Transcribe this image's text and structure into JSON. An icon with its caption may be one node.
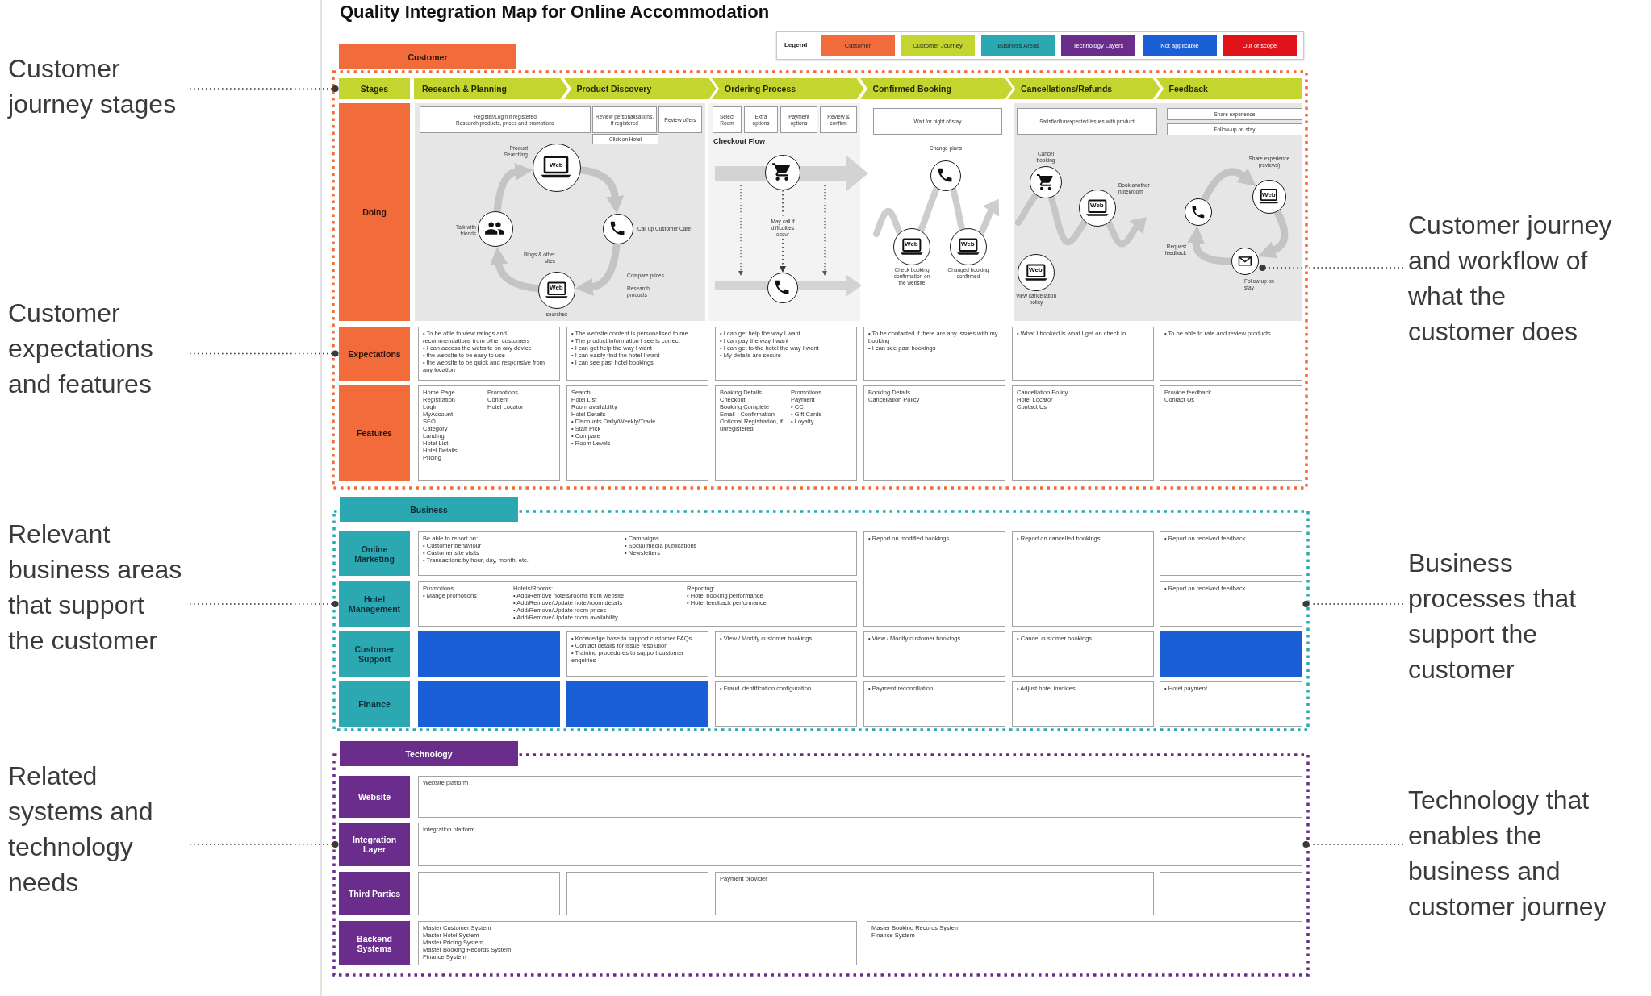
{
  "diagram": {
    "title": "Quality Integration Map for Online Accommodation",
    "nodes": [
      {
        "text": [
          "Customer"
        ]
      },
      {
        "text": [
          "Stages"
        ],
        "in": 0
      },
      {
        "text": [
          "Research & Planning"
        ],
        "in": 0
      },
      {
        "text": [
          "Product Discovery"
        ],
        "in": 0
      },
      {
        "text": [
          "Ordering Process"
        ],
        "in": 0
      },
      {
        "text": [
          "Confirmed Booking"
        ],
        "in": 0
      },
      {
        "text": [
          "Cancellations/Refunds"
        ],
        "in": 0
      },
      {
        "text": [
          "Feedback"
        ],
        "in": 0
      },
      {
        "text": [
          "Doing"
        ],
        "in": 0
      },
      {
        "text": [
          "Register/Login if registered",
          "Research products, prices and promotions"
        ],
        "in": 0
      },
      {
        "text": [
          "Review personalisations, if registered"
        ],
        "in": 0
      },
      {
        "text": [
          "Review offers"
        ],
        "in": 0
      },
      {
        "text": [
          "Click on Hotel"
        ],
        "in": 0
      },
      {
        "text": [
          "Web"
        ],
        "beside": [
          "Product Searching"
        ],
        "in": 0
      },
      {
        "text": [],
        "shape": "circle",
        "beside": [
          "Call up Customer Care"
        ],
        "in": 0
      },
      {
        "text": [],
        "shape": "circle",
        "beside": [
          "Talk with friends"
        ],
        "in": 0
      },
      {
        "text": [
          "Web"
        ],
        "beside": [
          "Blogs & other sites",
          "Compare prices",
          "Research products",
          "searches"
        ],
        "in": 0
      },
      {
        "text": [
          "Select Room"
        ],
        "in": 0
      },
      {
        "text": [
          "Extra options"
        ],
        "in": 0
      },
      {
        "text": [
          "Payment options"
        ],
        "in": 0
      },
      {
        "text": [
          "Review & confirm"
        ],
        "in": 0
      },
      {
        "text": [],
        "shape": "circle",
        "in": 0
      },
      {
        "text": [],
        "shape": "circle",
        "in": 0
      },
      {
        "text": [
          "Wait for night of stay"
        ],
        "in": 0
      },
      {
        "text": [],
        "shape": "circle",
        "beside": [
          "Change plans"
        ],
        "in": 0
      },
      {
        "text": [
          "Web"
        ],
        "beside": [
          "Check booking confirmation on the website"
        ],
        "in": 0
      },
      {
        "text": [
          "Web"
        ],
        "beside": [
          "Changed booking confirmed"
        ],
        "in": 0
      },
      {
        "text": [
          "Satisfied/unexpected issues with product"
        ],
        "in": 0
      },
      {
        "text": [],
        "shape": "circle",
        "beside": [
          "Cancel booking"
        ],
        "in": 0
      },
      {
        "text": [
          "Web"
        ],
        "beside": [
          "View cancellation policy"
        ],
        "in": 0
      },
      {
        "text": [
          "Web"
        ],
        "beside": [
          "Book another hotel/room"
        ],
        "in": 0
      },
      {
        "text": [
          "Share experience"
        ],
        "in": 0
      },
      {
        "text": [
          "Follow-up on stay"
        ],
        "in": 0
      },
      {
        "text": [],
        "shape": "circle",
        "beside": [
          "Request feedback"
        ],
        "in": 0
      },
      {
        "text": [
          "Web"
        ],
        "beside": [
          "Share experience (reviews)"
        ],
        "in": 0
      },
      {
        "text": [],
        "shape": "circle",
        "beside": [
          "Follow up on stay"
        ],
        "in": 0
      },
      {
        "text": [
          "Expectations"
        ],
        "in": 0
      },
      {
        "text": [
          "• To be able to view ratings and recommendations from other customers",
          "• I can access the website on any device",
          "• the website to be easy to use",
          "• the website to be quick and responsive from any location"
        ],
        "in": 0
      },
      {
        "text": [
          "• The website content is personalised to me",
          "• The product information I see is correct",
          "• I can get help the way I want",
          "• I can easily find the hotel I want",
          "• I can see past hotel bookings"
        ],
        "in": 0
      },
      {
        "text": [
          "• I can get help the way I want",
          "• I can pay the way I want",
          "• I can get to the hotel the way I want",
          "• My details are secure"
        ],
        "in": 0
      },
      {
        "text": [
          "• To be contacted if there are any issues with my booking",
          "• I can see past bookings"
        ],
        "in": 0
      },
      {
        "text": [
          "• What I booked is what I get on check in"
        ],
        "in": 0
      },
      {
        "text": [
          "• To be able to rate and review products"
        ],
        "in": 0
      },
      {
        "text": [
          "Features"
        ],
        "in": 0
      },
      {
        "text": [
          "Home Page",
          "Registration",
          "Login",
          "MyAccount",
          "SEO",
          "Category",
          "Landing",
          "Hotel List",
          "Hotel Details",
          "Pricing",
          "Promotions",
          "Content",
          "Hotel Locator"
        ],
        "in": 0
      },
      {
        "text": [
          "Search",
          "Hotel List",
          "Room availability",
          "Hotel Details",
          "• Discounts Daily/Weekly/Trade",
          "• Staff Pick",
          "• Compare",
          "• Room Levels"
        ],
        "in": 0
      },
      {
        "text": [
          "Booking Details",
          "Checkout",
          "Booking Complete",
          "Email - Confirmation",
          "Optional Registration, if unregistered",
          "Promotions",
          "Payment",
          "• CC",
          "• Gift Cards",
          "• Loyalty"
        ],
        "in": 0
      },
      {
        "text": [
          "Booking Details",
          "Cancellation Policy"
        ],
        "in": 0
      },
      {
        "text": [
          "Cancellation Policy",
          "Hotel Locator",
          "Contact Us"
        ],
        "in": 0
      },
      {
        "text": [
          "Provide feedback",
          "Contact Us"
        ],
        "in": 0
      },
      {
        "text": [
          "Business"
        ]
      },
      {
        "text": [
          "Online Marketing"
        ],
        "in": 50
      },
      {
        "text": [
          "Be able to report on:",
          "• Customer behaviour",
          "• Customer site visits",
          "• Transactions by hour, day, month, etc.",
          "• Campaigns",
          "• Social media publications",
          "• Newsletters"
        ],
        "in": 50
      },
      {
        "text": [
          "• Report on modified bookings"
        ],
        "in": 50
      },
      {
        "text": [
          "• Report on cancelled bookings"
        ],
        "in": 50
      },
      {
        "text": [
          "• Report on received feedback"
        ],
        "in": 50
      },
      {
        "text": [
          "Hotel Management"
        ],
        "in": 50
      },
      {
        "text": [
          "Promotions",
          "• Mange promotions",
          "Hotels/Rooms:",
          "• Add/Remove hotels/rooms from website",
          "• Add/Remove/Update hotel/room details",
          "• Add/Remove/Update room prices",
          "• Add/Remove/Update room availability",
          "Reporting:",
          "• Hotel booking performance",
          "• Hotel feedback performance"
        ],
        "in": 50
      },
      {
        "text": [
          "• Report on received feedback"
        ],
        "in": 50
      },
      {
        "text": [
          "Customer Support"
        ],
        "in": 50
      },
      {
        "text": [],
        "shape": "box",
        "in": 50
      },
      {
        "text": [
          "• Knowledge base to support customer FAQs",
          "• Contact details for issue resolution",
          "• Training procedures to support customer enquiries"
        ],
        "in": 50
      },
      {
        "text": [
          "• View / Modify customer bookings"
        ],
        "in": 50
      },
      {
        "text": [
          "• View / Modify customer bookings"
        ],
        "in": 50
      },
      {
        "text": [
          "• Cancel customer bookings"
        ],
        "in": 50
      },
      {
        "text": [],
        "shape": "box",
        "in": 50
      },
      {
        "text": [
          "Finance"
        ],
        "in": 50
      },
      {
        "text": [],
        "shape": "box",
        "in": 50
      },
      {
        "text": [],
        "shape": "box",
        "in": 50
      },
      {
        "text": [
          "• Fraud identification configuration"
        ],
        "in": 50
      },
      {
        "text": [
          "• Payment reconciliation"
        ],
        "in": 50
      },
      {
        "text": [
          "• Adjust hotel invoices"
        ],
        "in": 50
      },
      {
        "text": [
          "• Hotel payment"
        ],
        "in": 50
      },
      {
        "text": [
          "Technology"
        ]
      },
      {
        "text": [
          "Website"
        ],
        "in": 73
      },
      {
        "text": [
          "Website platform"
        ],
        "in": 73
      },
      {
        "text": [
          "Integration Layer"
        ],
        "in": 73
      },
      {
        "text": [
          "Integration platform"
        ],
        "in": 73
      },
      {
        "text": [
          "Third Parties"
        ],
        "in": 73
      },
      {
        "text": [],
        "shape": "box",
        "in": 73
      },
      {
        "text": [],
        "shape": "box",
        "in": 73
      },
      {
        "text": [
          "Payment provider"
        ],
        "in": 73
      },
      {
        "text": [],
        "shape": "box",
        "in": 73
      },
      {
        "text": [
          "Backend Systems"
        ],
        "in": 73
      },
      {
        "text": [
          "Master Customer System",
          "Master Hotel System",
          "Master Pricing System",
          "Master Booking Records System",
          "Finance System"
        ],
        "in": 73
      },
      {
        "text": [
          "Master Booking Records System",
          "Finance System"
        ],
        "in": 73
      },
      {
        "text": [
          "Customer journey stages"
        ]
      },
      {
        "text": [
          "Customer expectations and features"
        ]
      },
      {
        "text": [
          "Relevant business areas that support the customer"
        ]
      },
      {
        "text": [
          "Related systems and technology needs"
        ]
      },
      {
        "text": [
          "Customer journey and workflow of what the customer does"
        ]
      },
      {
        "text": [
          "Business processes that support the customer"
        ]
      },
      {
        "text": [
          "Technology that enables the business and customer journey"
        ]
      }
    ],
    "edges": [
      {
        "from": 86,
        "to": 1,
        "arrow": "other",
        "style": "dashed"
      },
      {
        "from": 87,
        "to": 36,
        "arrow": "other",
        "style": "dashed"
      },
      {
        "from": 88,
        "to": 56,
        "arrow": "other",
        "style": "dashed"
      },
      {
        "from": 89,
        "to": 76,
        "arrow": "other",
        "style": "dashed"
      },
      {
        "from": 90,
        "to": 35,
        "arrow": "other",
        "style": "dashed"
      },
      {
        "from": 91,
        "to": 58,
        "arrow": "other",
        "style": "dashed"
      },
      {
        "from": 92,
        "to": 77,
        "arrow": "other",
        "style": "dashed"
      },
      {
        "from": 13,
        "to": 14,
        "arrow": "to",
        "style": "thick",
        "color": "#c4c4c4"
      },
      {
        "from": 14,
        "to": 16,
        "arrow": "to",
        "style": "thick",
        "color": "#c4c4c4"
      },
      {
        "from": 16,
        "to": 15,
        "arrow": "to",
        "style": "thick",
        "color": "#c4c4c4"
      },
      {
        "from": 15,
        "to": 13,
        "arrow": "to",
        "style": "thick",
        "color": "#c4c4c4"
      },
      {
        "from": 33,
        "to": 34,
        "arrow": "to",
        "style": "thick",
        "color": "#c4c4c4"
      },
      {
        "from": 34,
        "to": 35,
        "arrow": "to",
        "style": "thick",
        "color": "#c4c4c4"
      },
      {
        "from": 35,
        "to": 33,
        "arrow": "to",
        "style": "thick",
        "color": "#c4c4c4"
      },
      {
        "from": 21,
        "to": 22,
        "arrow": "to",
        "style": "dashed",
        "label": "May call if difficulties occur"
      }
    ],
    "labels": [
      "Legend",
      "Checkout Flow"
    ],
    "legend": [
      {
        "text": "Customer",
        "color": "#f26b3a"
      },
      {
        "text": "Customer Journey",
        "color": "#c5d52f"
      },
      {
        "text": "Business Areas",
        "color": "#2ba8b1"
      },
      {
        "text": "Technology Layers",
        "color": "#6b2d8c"
      },
      {
        "text": "Not applicable",
        "color": "#1b5fd6"
      },
      {
        "text": "Out of scope",
        "color": "#e0131b"
      }
    ]
  }
}
